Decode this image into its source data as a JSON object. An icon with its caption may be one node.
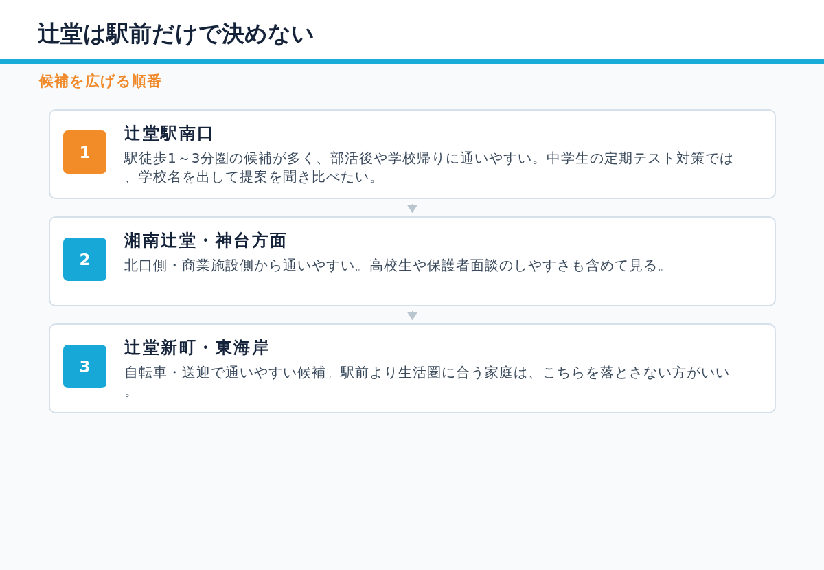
{
  "diagram": {
    "title": "辻堂は駅前だけで決めない",
    "nodes": [
      {
        "text": [
          "辻堂駅南口",
          "駅徒歩1～3分圏の候補が多く、部活後や学校帰りに通いやすい。中学生の定期テスト対策では、学校名を出して提案を聞き比べたい。"
        ]
      },
      {
        "text": [
          "1"
        ],
        "in": 0
      },
      {
        "text": [
          "湘南辻堂・神台方面",
          "北口側・商業施設側から通いやすい。高校生や保護者面談のしやすさも含めて見る。"
        ]
      },
      {
        "text": [
          "2"
        ],
        "in": 2
      },
      {
        "text": [
          "辻堂新町・東海岸",
          "自転車・送迎で通いやすい候補。駅前より生活圏に合う家庭は、こちらを落とさない方がいい。"
        ]
      },
      {
        "text": [
          "3"
        ],
        "in": 4
      }
    ],
    "edges": [
      {
        "from": 0,
        "to": 2,
        "arrow": "to"
      },
      {
        "from": 2,
        "to": 4,
        "arrow": "to"
      }
    ],
    "labels": [
      "候補を広げる順番"
    ]
  }
}
